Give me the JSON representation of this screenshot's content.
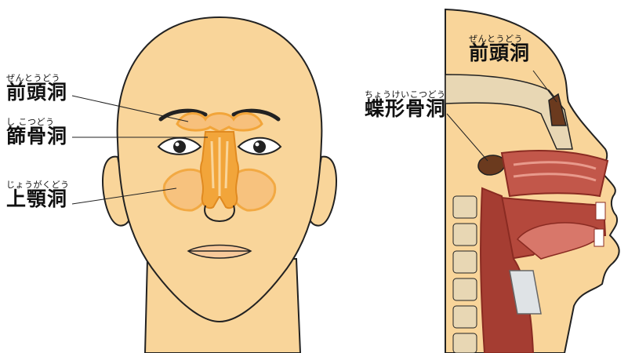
{
  "front_view": {
    "labels": [
      {
        "ruby": "ぜんとうどう",
        "term": "前頭洞"
      },
      {
        "ruby": "し こつどう",
        "term": "篩骨洞"
      },
      {
        "ruby": "じょうがくどう",
        "term": "上顎洞"
      }
    ]
  },
  "side_view": {
    "labels": [
      {
        "ruby": "ぜんとうどう",
        "term": "前頭洞"
      },
      {
        "ruby": "ちょうけいこつどう",
        "term": "蝶形骨洞"
      }
    ]
  },
  "colors": {
    "skin": "#f9d59a",
    "outline": "#222222",
    "sinus_orange": "#f2a53a",
    "sinus_light": "#f7c07c",
    "tissue_red": "#c2574a",
    "tissue_dark": "#8a2b22",
    "bone": "#e8d7b4",
    "sinus_cavity": "#6b3a1e"
  }
}
